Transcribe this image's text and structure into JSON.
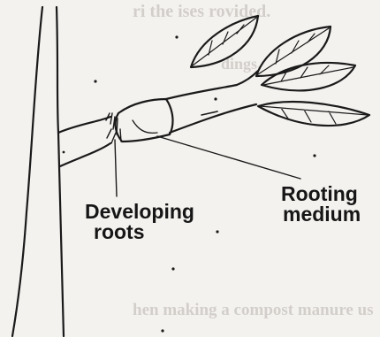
{
  "labels": {
    "developing_roots": [
      "Developing",
      "roots"
    ],
    "rooting_medium": [
      "Rooting",
      "medium"
    ]
  },
  "background_text": {
    "top_line": "ri the ises rovided.",
    "second_line": "dings.",
    "bottom_line": "hen making a compost manure us"
  }
}
